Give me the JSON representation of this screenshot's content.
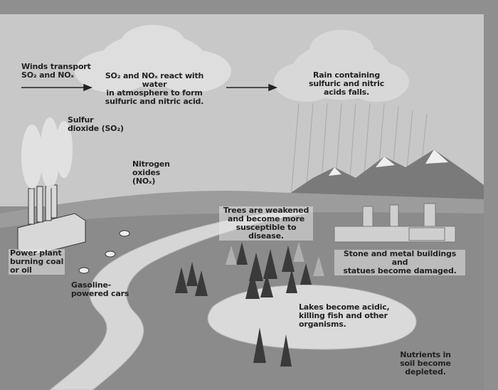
{
  "labels": {
    "winds_transport": "Winds transport\nSO₂ and NOₓ",
    "react_in_atmosphere": "SO₂ and NOₓ react with water\nin atmosphere to form\nsulfuric and nitric acid.",
    "rain_falls": "Rain containing\nsulfuric and nitric\nacids falls.",
    "sulfur_dioxide": "Sulfur\ndioxide (SO₂)",
    "nitrogen_oxides": "Nitrogen\noxides\n(NOₓ)",
    "trees_weakened": "Trees are weakened\nand become more\nsusceptible to disease.",
    "power_plant": "Power plant\nburning coal\nor oil",
    "buildings_damaged": "Stone and metal buildings and\nstatues become damaged.",
    "gasoline_cars": "Gasoline-\npowered cars",
    "lakes_acidic": "Lakes become acidic,\nkilling fish and other\norganisms.",
    "nutrients_depleted": "Nutrients in\nsoil become\ndepleted."
  },
  "colors": {
    "sky": "#c9c9c9",
    "cloud": "#e2e2e2",
    "ground": "#8e8e8e",
    "road": "#d8d8d8",
    "lake": "#dcdcdc",
    "mountain": "#7a7a7a",
    "snow": "#efefef",
    "tree": "#3a3a3a",
    "text": "#222222"
  }
}
